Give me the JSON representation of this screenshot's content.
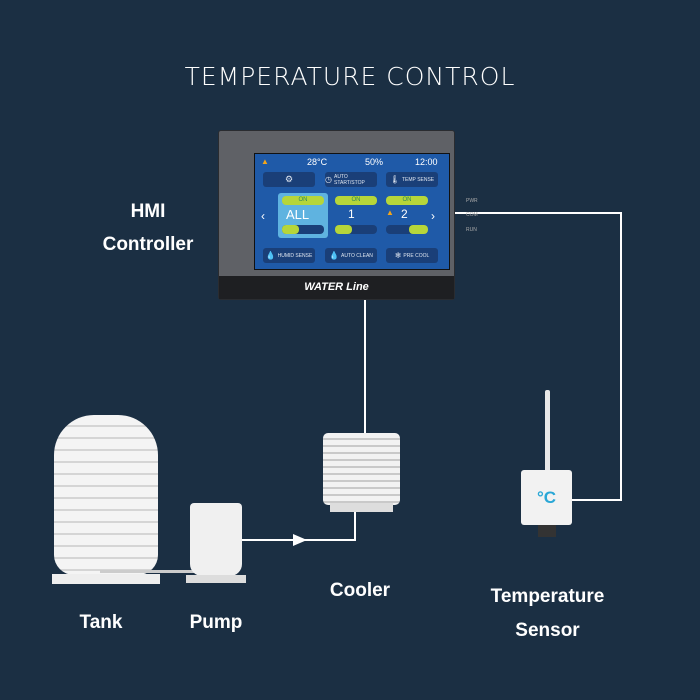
{
  "title": "TEMPERATURE CONTROL",
  "labels": {
    "hmi_line1": "HMI",
    "hmi_line2": "Controller",
    "cooler": "Cooler",
    "sensor_line1": "Temperature",
    "sensor_line2": "Sensor",
    "tank": "Tank",
    "pump": "Pump"
  },
  "hmi": {
    "brand": "WATER Line",
    "leds": [
      "PWR",
      "COM",
      "RUN"
    ],
    "status": {
      "temperature": "28°C",
      "humidity": "50%",
      "time": "12:00"
    },
    "top_buttons": [
      "AUTO START/STOP",
      "TEMP SENSE"
    ],
    "zones": [
      {
        "on": "ON",
        "label": "ALL"
      },
      {
        "on": "ON",
        "label": "1"
      },
      {
        "on": "ON",
        "label": "2"
      }
    ],
    "bottom_buttons": [
      "HUMID SENSE",
      "AUTO CLEAN",
      "PRE COOL"
    ]
  },
  "sensor_display": "°C",
  "colors": {
    "background": "#1b2f43",
    "accent": "#b6d63a",
    "screen": "#1f5aa8",
    "sensor": "#2aa7d6"
  }
}
